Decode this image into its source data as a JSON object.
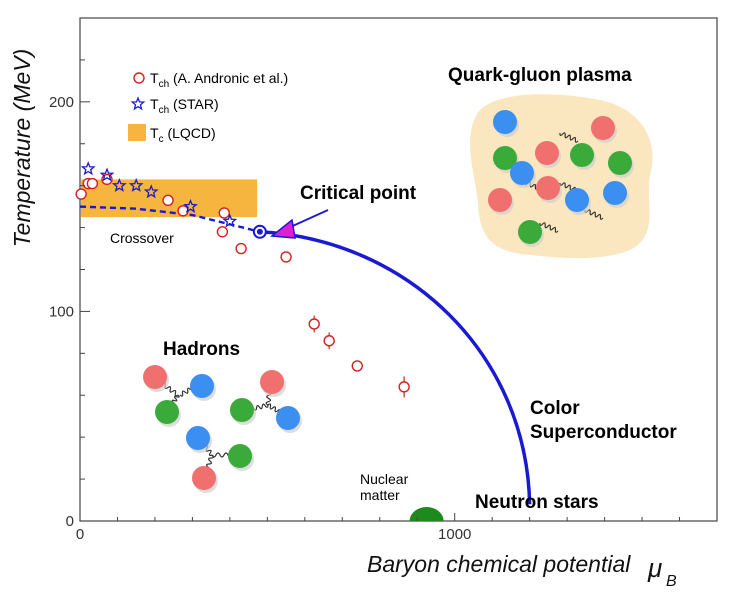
{
  "chart_data": {
    "type": "scatter",
    "xlabel": "Baryon chemical potential",
    "xlabel_symbol": "μ",
    "xlabel_sub": "B",
    "ylabel": "Temperature (MeV)",
    "xlim": [
      0,
      1700
    ],
    "ylim": [
      0,
      240
    ],
    "x_ticks": [
      {
        "value": 0,
        "label": "0"
      },
      {
        "value": 1000,
        "label": "1000"
      }
    ],
    "y_ticks": [
      {
        "value": 0,
        "label": "0"
      },
      {
        "value": 100,
        "label": "100"
      },
      {
        "value": 200,
        "label": "200"
      }
    ],
    "legend": {
      "placement": "top-left",
      "entries": [
        {
          "main": "T",
          "sub": "ch",
          "rest": " (A. Andronic et al.)",
          "marker": "open-circle",
          "color": "#d42020"
        },
        {
          "main": "T",
          "sub": "ch",
          "rest": " (STAR)",
          "marker": "open-star",
          "color": "#1a1ad0"
        },
        {
          "main": "T",
          "sub": "c",
          "rest": " (LQCD)",
          "marker": "band",
          "color": "#f5b53f"
        }
      ]
    },
    "series": [
      {
        "marker": "open-circle",
        "color": "#d42020",
        "points": [
          {
            "x": 3,
            "y": 156
          },
          {
            "x": 22,
            "y": 161
          },
          {
            "x": 33,
            "y": 161
          },
          {
            "x": 72,
            "y": 163
          },
          {
            "x": 235,
            "y": 153
          },
          {
            "x": 275,
            "y": 148
          },
          {
            "x": 385,
            "y": 147
          },
          {
            "x": 380,
            "y": 138
          },
          {
            "x": 430,
            "y": 130
          },
          {
            "x": 550,
            "y": 126
          },
          {
            "x": 625,
            "y": 94,
            "yerr": 4
          },
          {
            "x": 665,
            "y": 86,
            "yerr": 4
          },
          {
            "x": 740,
            "y": 74
          },
          {
            "x": 865,
            "y": 64,
            "yerr": 5
          }
        ]
      },
      {
        "marker": "open-star",
        "color": "#1a1ad0",
        "points": [
          {
            "x": 22,
            "y": 168
          },
          {
            "x": 72,
            "y": 165
          },
          {
            "x": 105,
            "y": 160
          },
          {
            "x": 150,
            "y": 160
          },
          {
            "x": 190,
            "y": 157
          },
          {
            "x": 295,
            "y": 150
          },
          {
            "x": 400,
            "y": 143
          }
        ]
      }
    ],
    "lqcd_band": {
      "x": [
        0,
        470
      ],
      "y": [
        145,
        163
      ],
      "color": "#f5b53f"
    },
    "crossover_line": {
      "style": "dashed",
      "color": "#1a1ad0",
      "points": [
        {
          "x": 0,
          "y": 150
        },
        {
          "x": 150,
          "y": 149
        },
        {
          "x": 300,
          "y": 146
        },
        {
          "x": 480,
          "y": 138
        }
      ]
    },
    "transition_line": {
      "style": "solid",
      "color": "#1a1ad0",
      "from": {
        "x": 480,
        "y": 138
      },
      "to": {
        "x": 1200,
        "y": 8
      }
    },
    "critical_point": {
      "x": 480,
      "y": 138,
      "color": "#1a1ad0"
    },
    "nuclear_matter": {
      "x": 925,
      "y": 0,
      "color": "#1d8a1d"
    },
    "annotations": {
      "qgp": "Quark-gluon plasma",
      "critical": "Critical point",
      "crossover": "Crossover",
      "hadrons": "Hadrons",
      "color_super_1": "Color",
      "color_super_2": "Superconductor",
      "nuclear_1": "Nuclear",
      "nuclear_2": "matter",
      "neutron": "Neutron stars"
    }
  }
}
